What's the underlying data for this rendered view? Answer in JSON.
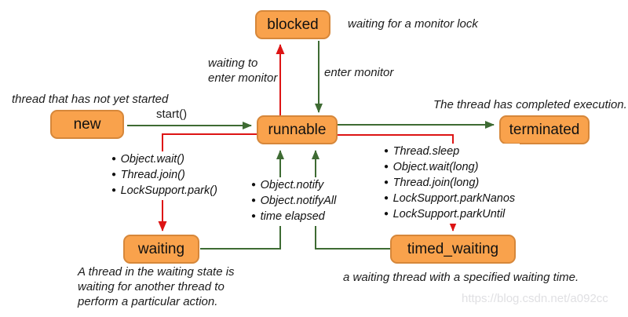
{
  "diagram": {
    "title_hint": "Java thread state diagram",
    "states": {
      "new": "new",
      "runnable": "runnable",
      "blocked": "blocked",
      "terminated": "terminated",
      "waiting": "waiting",
      "timed_waiting": "timed_waiting"
    },
    "edges": {
      "start_label": "start()",
      "waiting_to_enter_monitor": "waiting to\nenter monitor",
      "enter_monitor": "enter monitor"
    },
    "annotations": {
      "new_note": "thread that has not yet started",
      "blocked_note": "waiting for a monitor lock",
      "terminated_note": "The thread has completed execution.",
      "waiting_note": "A thread in the waiting state is\nwaiting for another thread to\nperform a particular action.",
      "timed_waiting_note": "a waiting thread with a specified waiting time."
    },
    "lists": {
      "to_waiting": [
        "Object.wait()",
        "Thread.join()",
        "LockSupport.park()"
      ],
      "to_runnable": [
        "Object.notify",
        "Object.notifyAll",
        "time elapsed"
      ],
      "to_timed_waiting": [
        "Thread.sleep",
        "Object.wait(long)",
        "Thread.join(long)",
        "LockSupport.parkNanos",
        "LockSupport.parkUntil"
      ]
    },
    "watermark": "https://blog.csdn.net/a092cc",
    "colors": {
      "box_fill": "#F9A24C",
      "box_border": "#D6873A",
      "arrow_green": "#3E6B33",
      "arrow_red": "#DD1414",
      "watermark_gray": "#E0E0E3"
    }
  }
}
